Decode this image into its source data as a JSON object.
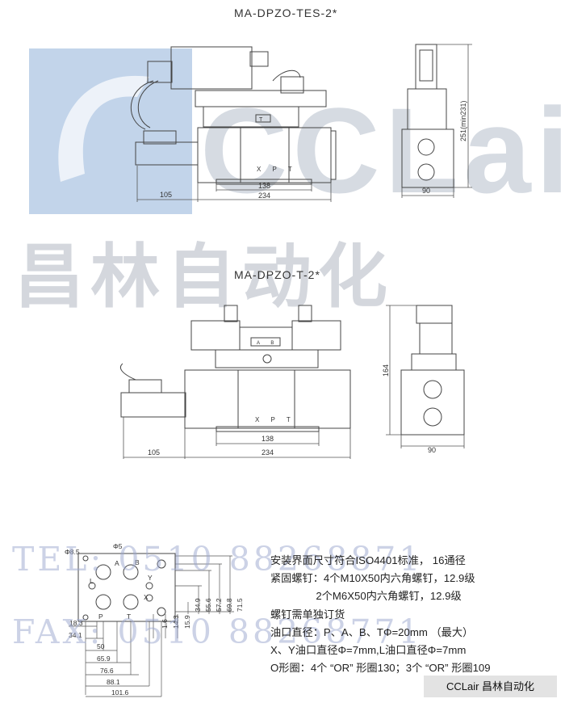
{
  "titles": {
    "top_model": "MA-DPZO-TES-2*",
    "middle_model": "MA-DPZO-T-2*"
  },
  "watermark": {
    "logo_text": "CCLair",
    "company_cn": "昌林自动化"
  },
  "top_view": {
    "dim_105": "105",
    "dim_138": "138",
    "dim_234": "234",
    "dim_90": "90",
    "dim_251": "251(min231)",
    "port_label": "X P T",
    "t_label": "T"
  },
  "middle_view": {
    "dim_105": "105",
    "dim_138": "138",
    "dim_234": "234",
    "dim_90": "90",
    "dim_164": "164",
    "port_label": "X P T",
    "valve_label": "A B"
  },
  "interface": {
    "phi_8_5": "Φ8.5",
    "phi_5": "Φ5",
    "ports": [
      "A",
      "B",
      "L",
      "Y",
      "X",
      "P",
      "T"
    ],
    "vertical_dims": [
      "34.9",
      "55.6",
      "57.2",
      "69.8",
      "71.5"
    ],
    "small_dims": [
      "1.6",
      "14.3",
      "15.9"
    ],
    "horizontal_dims": [
      "18.3",
      "34.1",
      "50",
      "65.9",
      "76.6",
      "88.1",
      "101.6"
    ]
  },
  "specs": [
    "安装界面尺寸符合ISO4401标准，  16通径",
    "紧固螺钉：4个M10X50内六角螺钉，12.9级",
    "　　　　  2个M6X50内六角螺钉，12.9级",
    "螺钉需单独订货",
    "油口直径：P、A、B、TΦ=20mm （最大）",
    "X、Y油口直径Φ=7mm,L油口直径Φ=7mm",
    "O形圈：4个 “OR” 形圈130；3个 “OR” 形圈109"
  ],
  "contact": {
    "tel": "TEL: 0510 88268871",
    "fax": "FAX: 0510 88268771"
  },
  "badge": "CCLair 昌林自动化"
}
